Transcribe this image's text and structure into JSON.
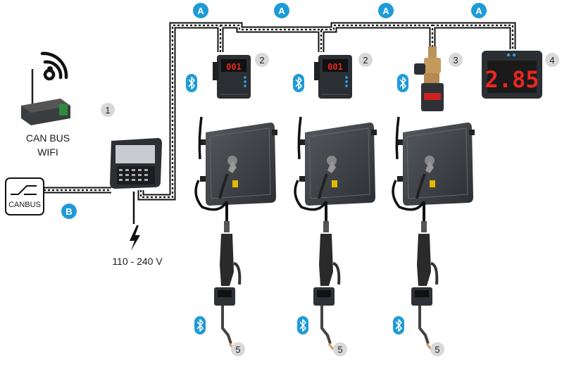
{
  "badges": {
    "a": "A",
    "b": "B"
  },
  "numbers": {
    "n1": "1",
    "n2": "2",
    "n3": "3",
    "n4": "4",
    "n5": "5"
  },
  "labels": {
    "canbus_wifi_line1": "CAN BUS",
    "canbus_wifi_line2": "WIFI",
    "canbus_box": "CANBUS",
    "power": "110 - 240 V"
  },
  "meter_display": "001",
  "big_display": "2.85",
  "colors": {
    "accent": "#1e9bd7",
    "badge_gray": "#d8d8d8",
    "device_dark": "#3a3d42",
    "led_red": "#e8281e"
  }
}
